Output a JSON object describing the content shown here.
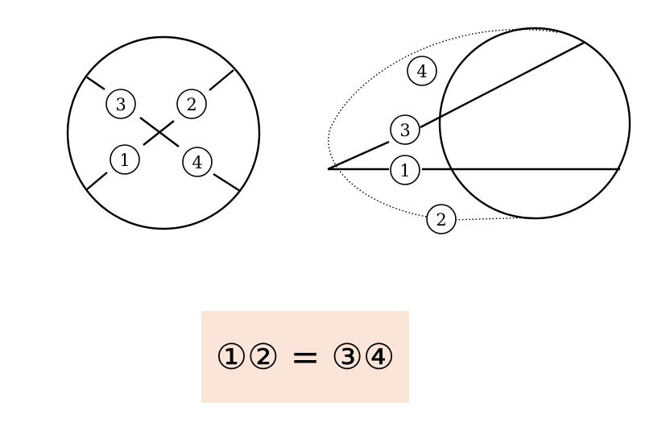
{
  "left_figure": {
    "labels": {
      "one": "1",
      "two": "2",
      "three": "3",
      "four": "4"
    }
  },
  "right_figure": {
    "labels": {
      "one": "1",
      "two": "2",
      "three": "3",
      "four": "4"
    }
  },
  "formula": {
    "text": "①② = ③④",
    "background_color": "#fae5d8"
  }
}
